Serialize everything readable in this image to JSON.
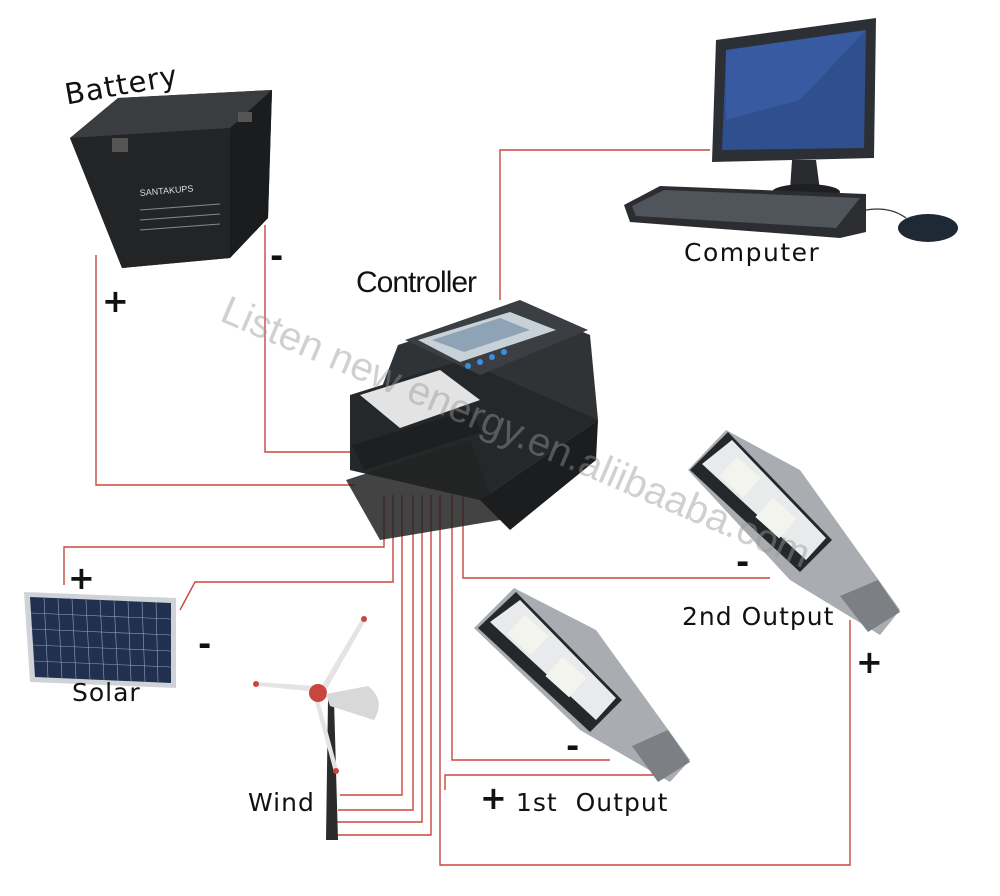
{
  "labels": {
    "battery": "Battery",
    "computer": "Computer",
    "controller": "Controller",
    "solar": "Solar",
    "wind": "Wind",
    "output1": "1st  Output",
    "output2": "2nd Output"
  },
  "signs": {
    "battery_plus": "+",
    "battery_minus": "-",
    "solar_plus": "+",
    "solar_minus": "-",
    "output1_plus": "+",
    "output1_minus": "-",
    "output2_plus": "+",
    "output2_minus": "-"
  },
  "watermark": "Listen new energy.en.aliibaaba.com",
  "battery_brand": "SANTAKUPS",
  "colors": {
    "wire": "#c8463f",
    "device_dark": "#2b2e31",
    "screen_blue": "#2f4f8f",
    "panel_blue": "#22304f",
    "lamp_silver": "#a9acb0"
  }
}
